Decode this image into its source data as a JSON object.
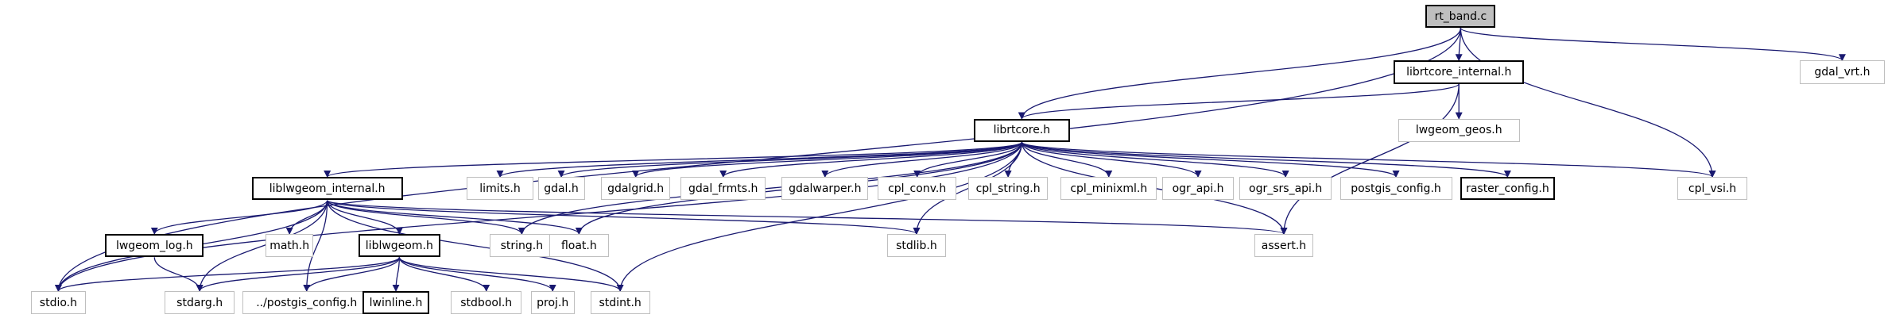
{
  "title": "rt_band.c",
  "colors": {
    "edge": "#191970",
    "current_fill": "#bfbfbf",
    "external_border": "#bfbfbf",
    "documented_border": "#000000"
  },
  "nodes": {
    "rt_band_c": "rt_band.c",
    "librtcore_internal_h": "librtcore_internal.h",
    "gdal_vrt_h": "gdal_vrt.h",
    "librtcore_h": "librtcore.h",
    "lwgeom_geos_h": "lwgeom_geos.h",
    "liblwgeom_internal_h": "liblwgeom_internal.h",
    "limits_h": "limits.h",
    "gdal_h": "gdal.h",
    "gdalgrid_h": "gdalgrid.h",
    "gdal_frmts_h": "gdal_frmts.h",
    "gdalwarper_h": "gdalwarper.h",
    "cpl_conv_h": "cpl_conv.h",
    "cpl_string_h": "cpl_string.h",
    "cpl_minixml_h": "cpl_minixml.h",
    "ogr_api_h": "ogr_api.h",
    "ogr_srs_api_h": "ogr_srs_api.h",
    "postgis_config_h": "postgis_config.h",
    "raster_config_h": "raster_config.h",
    "cpl_vsi_h": "cpl_vsi.h",
    "lwgeom_log_h": "lwgeom_log.h",
    "math_h": "math.h",
    "liblwgeom_h": "liblwgeom.h",
    "string_h": "string.h",
    "float_h": "float.h",
    "stdlib_h": "stdlib.h",
    "assert_h": "assert.h",
    "stdio_h": "stdio.h",
    "stdarg_h": "stdarg.h",
    "dotdot_postgis_config_h": "../postgis_config.h",
    "lwinline_h": "lwinline.h",
    "stdbool_h": "stdbool.h",
    "proj_h": "proj.h",
    "stdint_h": "stdint.h"
  }
}
